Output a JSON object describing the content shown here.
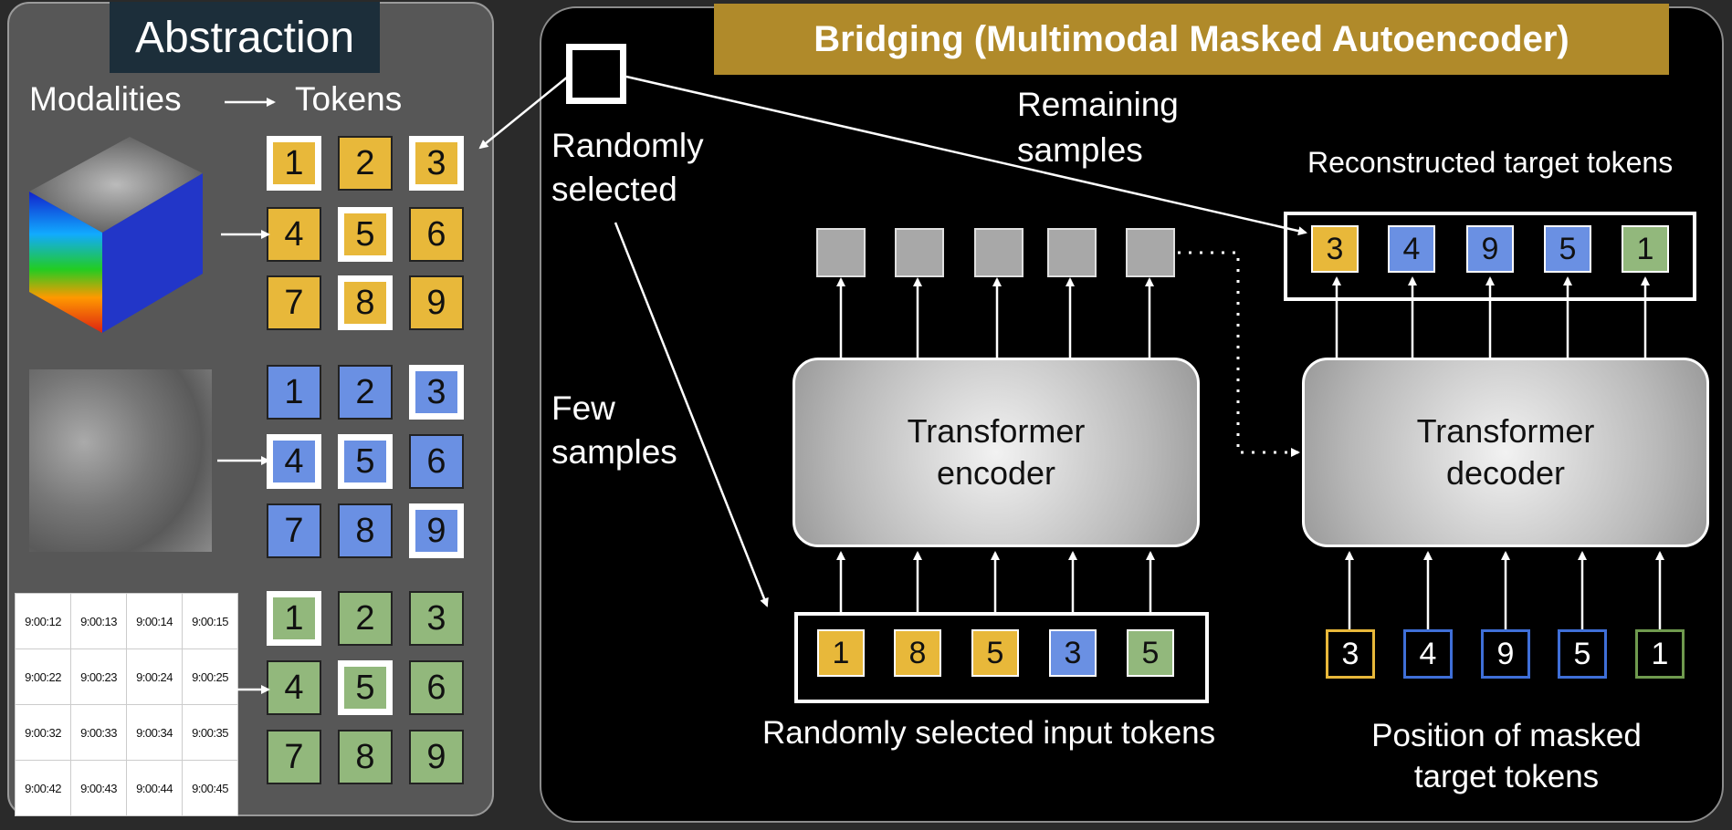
{
  "left_panel": {
    "title": "Abstraction",
    "modalities_label": "Modalities",
    "tokens_label": "Tokens",
    "timestamps": [
      [
        "9:00:12",
        "9:00:13",
        "9:00:14",
        "9:00:15"
      ],
      [
        "9:00:22",
        "9:00:23",
        "9:00:24",
        "9:00:25"
      ],
      [
        "9:00:32",
        "9:00:33",
        "9:00:34",
        "9:00:35"
      ],
      [
        "9:00:42",
        "9:00:43",
        "9:00:44",
        "9:00:45"
      ]
    ],
    "token_grids": [
      {
        "color": "yellow",
        "labels": [
          "1",
          "2",
          "3",
          "4",
          "5",
          "6",
          "7",
          "8",
          "9"
        ],
        "selected": [
          "1",
          "3",
          "5",
          "8"
        ]
      },
      {
        "color": "blue",
        "labels": [
          "1",
          "2",
          "3",
          "4",
          "5",
          "6",
          "7",
          "8",
          "9"
        ],
        "selected": [
          "3",
          "4",
          "5",
          "9"
        ]
      },
      {
        "color": "green",
        "labels": [
          "1",
          "2",
          "3",
          "4",
          "5",
          "6",
          "7",
          "8",
          "9"
        ],
        "selected": [
          "1",
          "5"
        ]
      }
    ]
  },
  "right_panel": {
    "title": "Bridging (Multimodal Masked Autoencoder)",
    "randomly_selected": [
      "Randomly",
      "selected"
    ],
    "remaining_samples": [
      "Remaining",
      "samples"
    ],
    "few_samples": [
      "Few",
      "samples"
    ],
    "reconstructed_label": "Reconstructed target tokens",
    "reconstructed_tokens": [
      {
        "label": "3",
        "color": "yellow"
      },
      {
        "label": "4",
        "color": "blue"
      },
      {
        "label": "9",
        "color": "blue"
      },
      {
        "label": "5",
        "color": "blue"
      },
      {
        "label": "1",
        "color": "green"
      }
    ],
    "encoder": [
      "Transformer",
      "encoder"
    ],
    "decoder": [
      "Transformer",
      "decoder"
    ],
    "input_tokens": [
      {
        "label": "1",
        "color": "yellow"
      },
      {
        "label": "8",
        "color": "yellow"
      },
      {
        "label": "5",
        "color": "yellow"
      },
      {
        "label": "3",
        "color": "blue"
      },
      {
        "label": "5",
        "color": "green"
      }
    ],
    "input_label": "Randomly selected input tokens",
    "masked_tokens": [
      {
        "label": "3",
        "color": "#e8b83a"
      },
      {
        "label": "4",
        "color": "#3f6fd8"
      },
      {
        "label": "9",
        "color": "#3f6fd8"
      },
      {
        "label": "5",
        "color": "#3f6fd8"
      },
      {
        "label": "1",
        "color": "#6f9a4e"
      }
    ],
    "masked_label": [
      "Position of masked",
      "target tokens"
    ]
  },
  "colors": {
    "yellow": "#e8b83a",
    "blue": "#6a90e3",
    "green": "#92b87c",
    "gold_title": "#b08a2a"
  }
}
